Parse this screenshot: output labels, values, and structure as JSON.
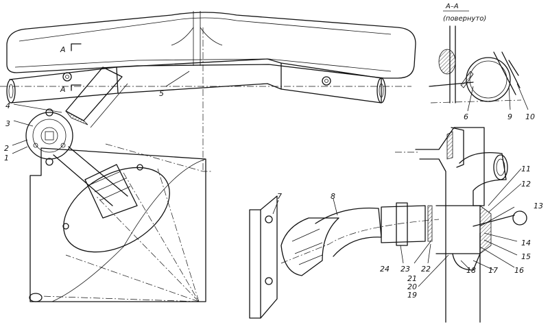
{
  "figure": {
    "section_marker_top": "A",
    "section_marker_bottom": "A",
    "section_title": "A–A",
    "section_subtitle": "(повернуто)",
    "callouts": {
      "c1": "1",
      "c2": "2",
      "c3": "3",
      "c4": "4",
      "c5": "5",
      "c6": "6",
      "c7": "7",
      "c8": "8",
      "c9": "9",
      "c10": "10",
      "c11": "11",
      "c12": "12",
      "c13": "13",
      "c14": "14",
      "c15": "15",
      "c16": "16",
      "c17": "17",
      "c18": "18",
      "c19": "19",
      "c20": "20",
      "c21": "21",
      "c22": "22",
      "c23": "23",
      "c24": "24"
    }
  },
  "colors": {
    "ink": "#111111",
    "paper": "#ffffff"
  }
}
